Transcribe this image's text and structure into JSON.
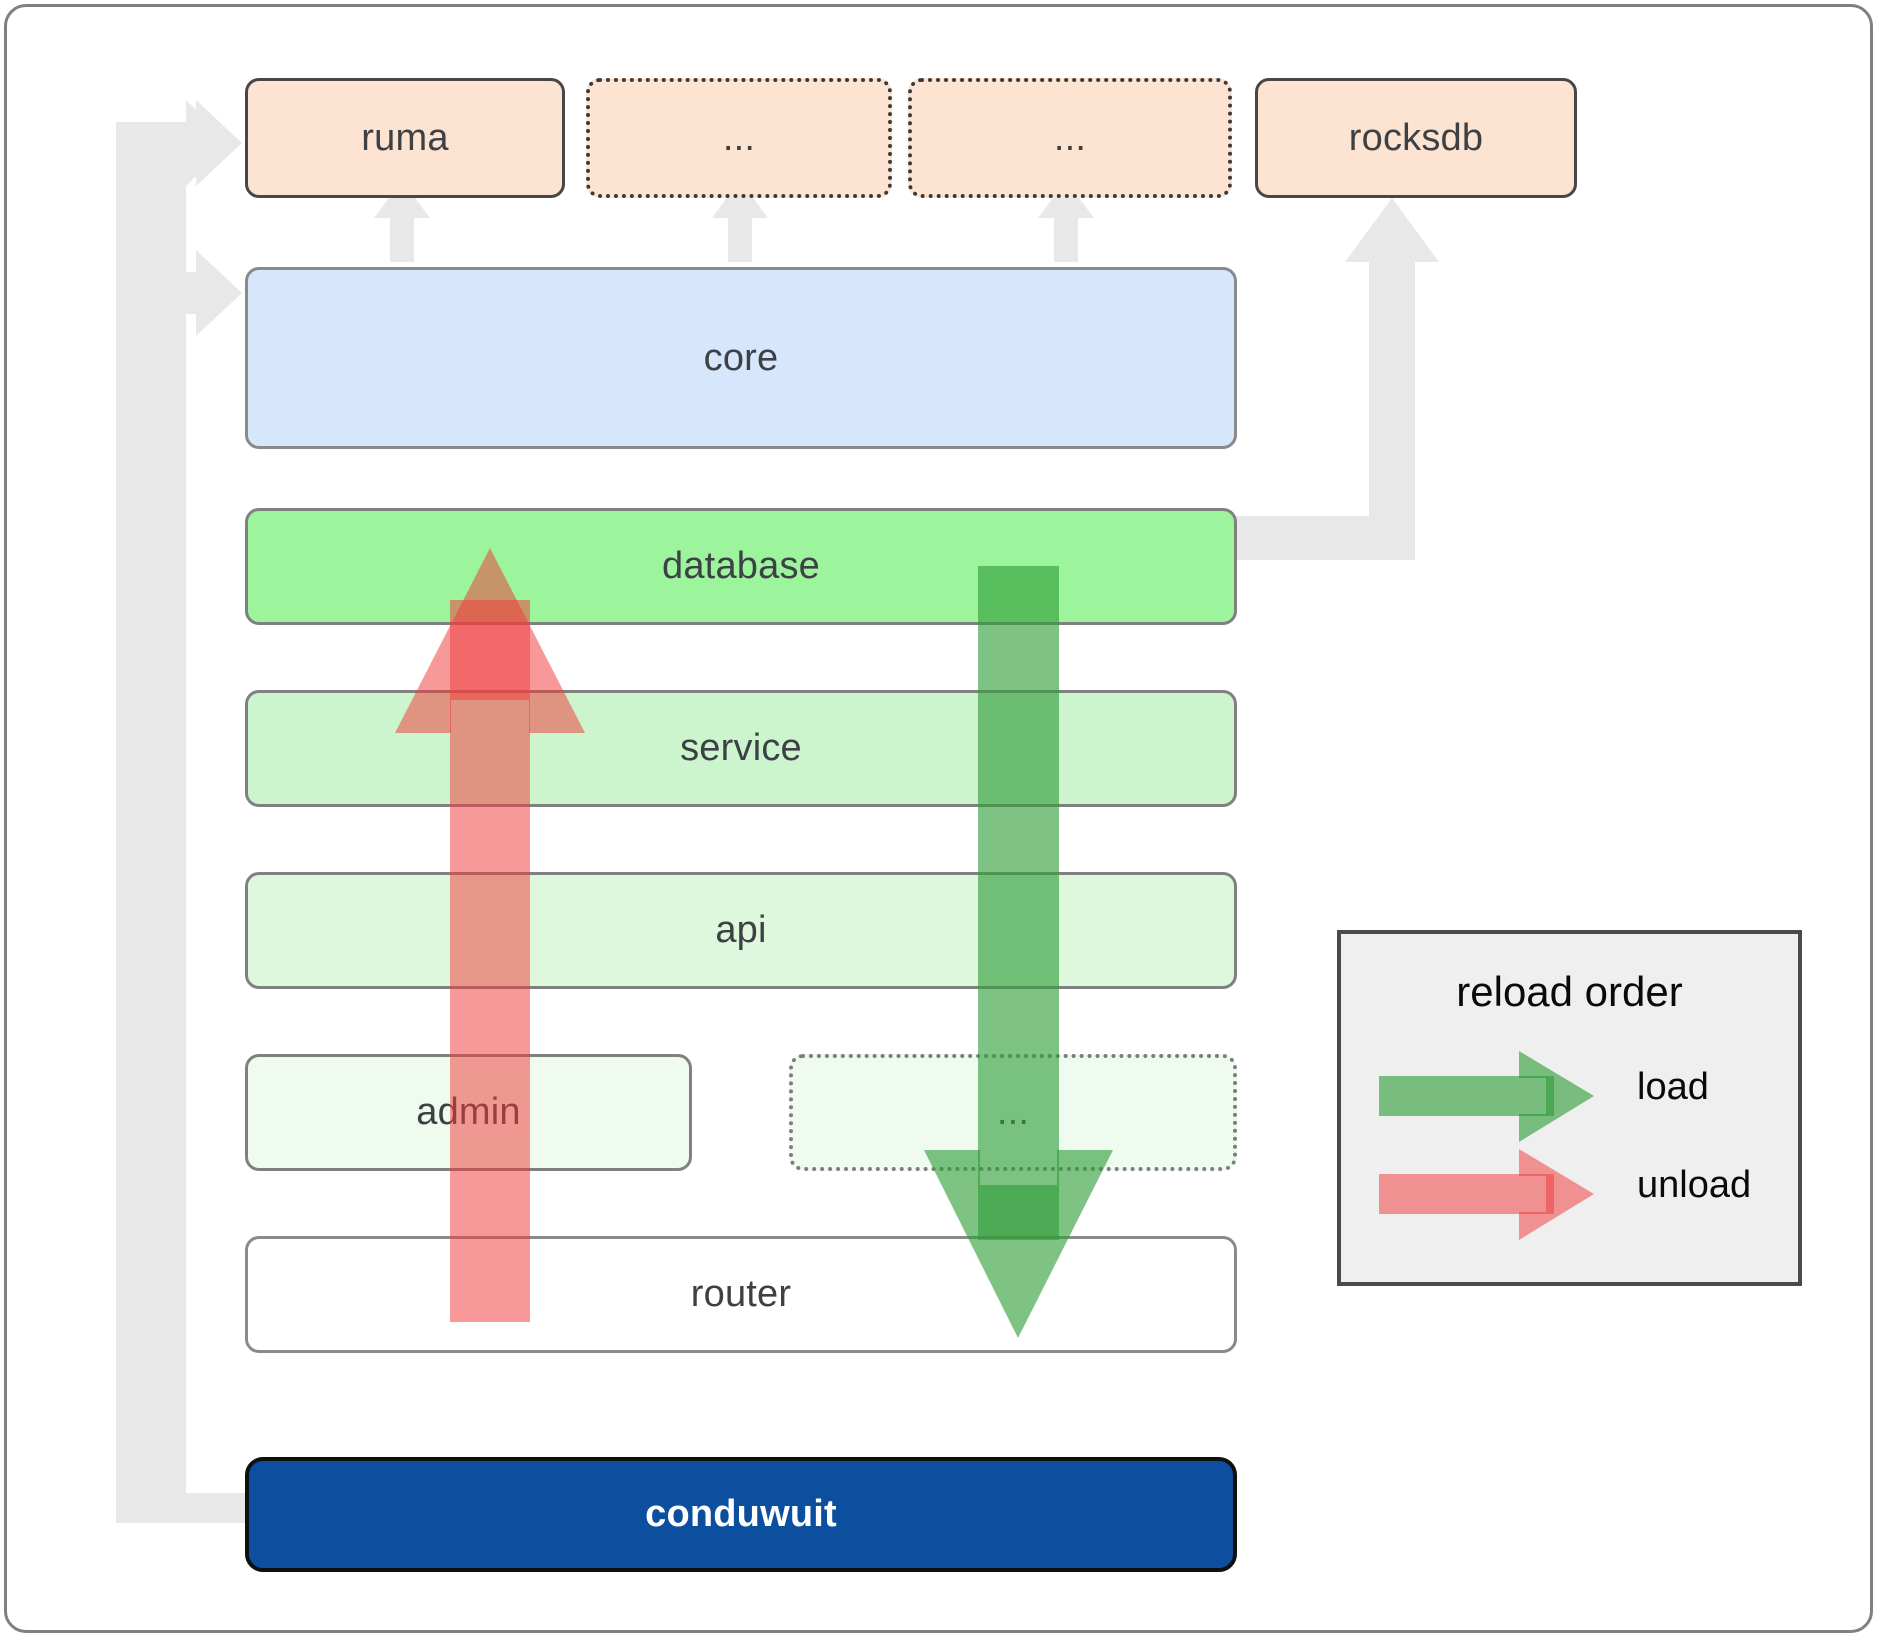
{
  "diagram": {
    "title": "conduwuit crate layering and reload order",
    "colors": {
      "crate_fill": "#fde3d1",
      "core_fill": "#d6e7fb",
      "database_fill": "#9cf59c",
      "service_fill": "#cdf5cd",
      "api_fill": "#ddf8dd",
      "admin_fill": "#eefbee",
      "router_fill": "#ffffff",
      "app_fill": "#0b4f9e",
      "load_arrow": "#3f9d44",
      "unload_arrow": "#f46a6a",
      "connector": "#e8e8e8",
      "legend_bg": "#efefef"
    },
    "external_crates": [
      {
        "id": "ruma",
        "label": "ruma",
        "border": "solid"
      },
      {
        "id": "ext-a",
        "label": "...",
        "border": "dotted"
      },
      {
        "id": "ext-b",
        "label": "...",
        "border": "dotted"
      },
      {
        "id": "rocksdb",
        "label": "rocksdb",
        "border": "solid"
      }
    ],
    "layers": [
      {
        "id": "core",
        "label": "core"
      },
      {
        "id": "database",
        "label": "database"
      },
      {
        "id": "service",
        "label": "service"
      },
      {
        "id": "api",
        "label": "api"
      },
      {
        "id": "admin",
        "label": "admin"
      },
      {
        "id": "more",
        "label": "..."
      },
      {
        "id": "router",
        "label": "router"
      }
    ],
    "application": {
      "id": "conduwuit",
      "label": "conduwuit"
    }
  },
  "legend": {
    "title": "reload order",
    "entries": [
      {
        "id": "load",
        "label": "load",
        "color": "#3f9d44",
        "direction": "down"
      },
      {
        "id": "unload",
        "label": "unload",
        "color": "#f46a6a",
        "direction": "up"
      }
    ]
  }
}
